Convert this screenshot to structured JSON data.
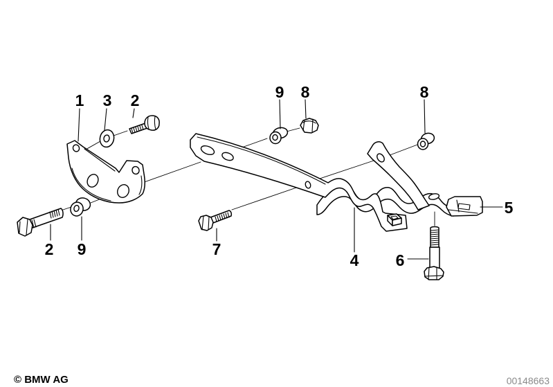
{
  "diagram": {
    "copyright": "© BMW AG",
    "image_number": "00148663",
    "colors": {
      "background": "#ffffff",
      "line": "#000000",
      "image_number_text": "#8a8a8a"
    },
    "callouts": [
      {
        "label": "1"
      },
      {
        "label": "3"
      },
      {
        "label": "2"
      },
      {
        "label": "9"
      },
      {
        "label": "8"
      },
      {
        "label": "8"
      },
      {
        "label": "2"
      },
      {
        "label": "9"
      },
      {
        "label": "7"
      },
      {
        "label": "4"
      },
      {
        "label": "6"
      },
      {
        "label": "5"
      }
    ]
  }
}
